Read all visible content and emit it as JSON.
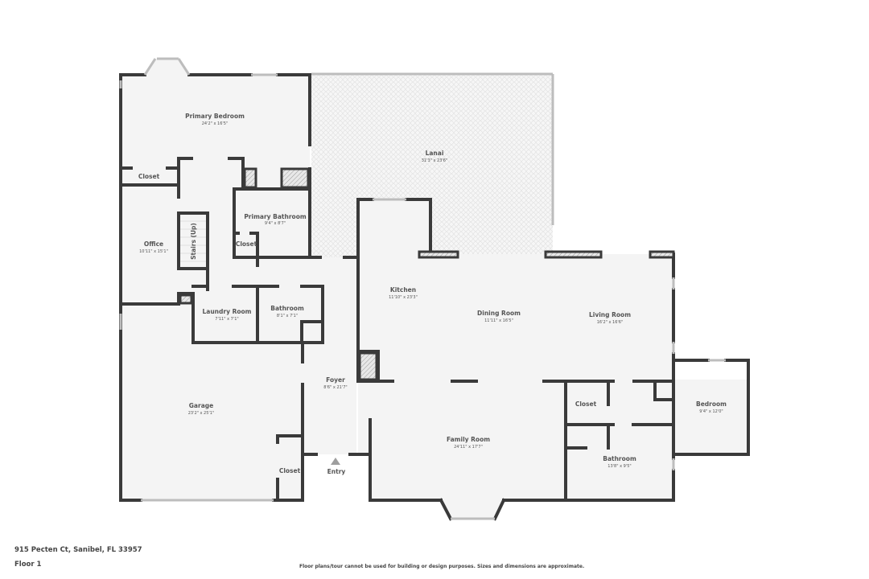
{
  "plan": {
    "address": "915 Pecten Ct, Sanibel, FL 33957",
    "floor": "Floor 1",
    "disclaimer": "Floor plans/tour cannot be used for building or design purposes. Sizes and dimensions are approximate.",
    "wall_color": "#3a3a3a",
    "floor_color": "#f4f4f4",
    "entry_marker": "triangle-up"
  },
  "rooms": {
    "primary_bedroom": {
      "name": "Primary Bedroom",
      "dim": "24'2\" x 16'5\""
    },
    "lanai": {
      "name": "Lanai",
      "dim": "31'3\" x 23'6\""
    },
    "closet_pb": {
      "name": "Closet"
    },
    "primary_bathroom": {
      "name": "Primary Bathroom",
      "dim": "9'4\" x 8'7\""
    },
    "closet_bath": {
      "name": "Closet"
    },
    "office": {
      "name": "Office",
      "dim": "10'11\" x 15'1\""
    },
    "stairs": {
      "name": "Stairs (Up)"
    },
    "kitchen": {
      "name": "Kitchen",
      "dim": "11'10\" x 23'3\""
    },
    "dining_room": {
      "name": "Dining Room",
      "dim": "11'11\" x 16'5\""
    },
    "living_room": {
      "name": "Living Room",
      "dim": "16'2\" x 16'6\""
    },
    "laundry_room": {
      "name": "Laundry Room",
      "dim": "7'11\" x 7'1\""
    },
    "bathroom_1": {
      "name": "Bathroom",
      "dim": "8'1\" x 7'1\""
    },
    "foyer": {
      "name": "Foyer",
      "dim": "8'6\" x 21'7\""
    },
    "garage": {
      "name": "Garage",
      "dim": "23'2\" x 25'1\""
    },
    "closet_garage": {
      "name": "Closet"
    },
    "entry": {
      "name": "Entry"
    },
    "family_room": {
      "name": "Family Room",
      "dim": "24'11\" x 17'7\""
    },
    "closet_hall": {
      "name": "Closet"
    },
    "bedroom": {
      "name": "Bedroom",
      "dim": "9'4\" x 12'0\""
    },
    "bathroom_2": {
      "name": "Bathroom",
      "dim": "13'8\" x 9'5\""
    }
  }
}
